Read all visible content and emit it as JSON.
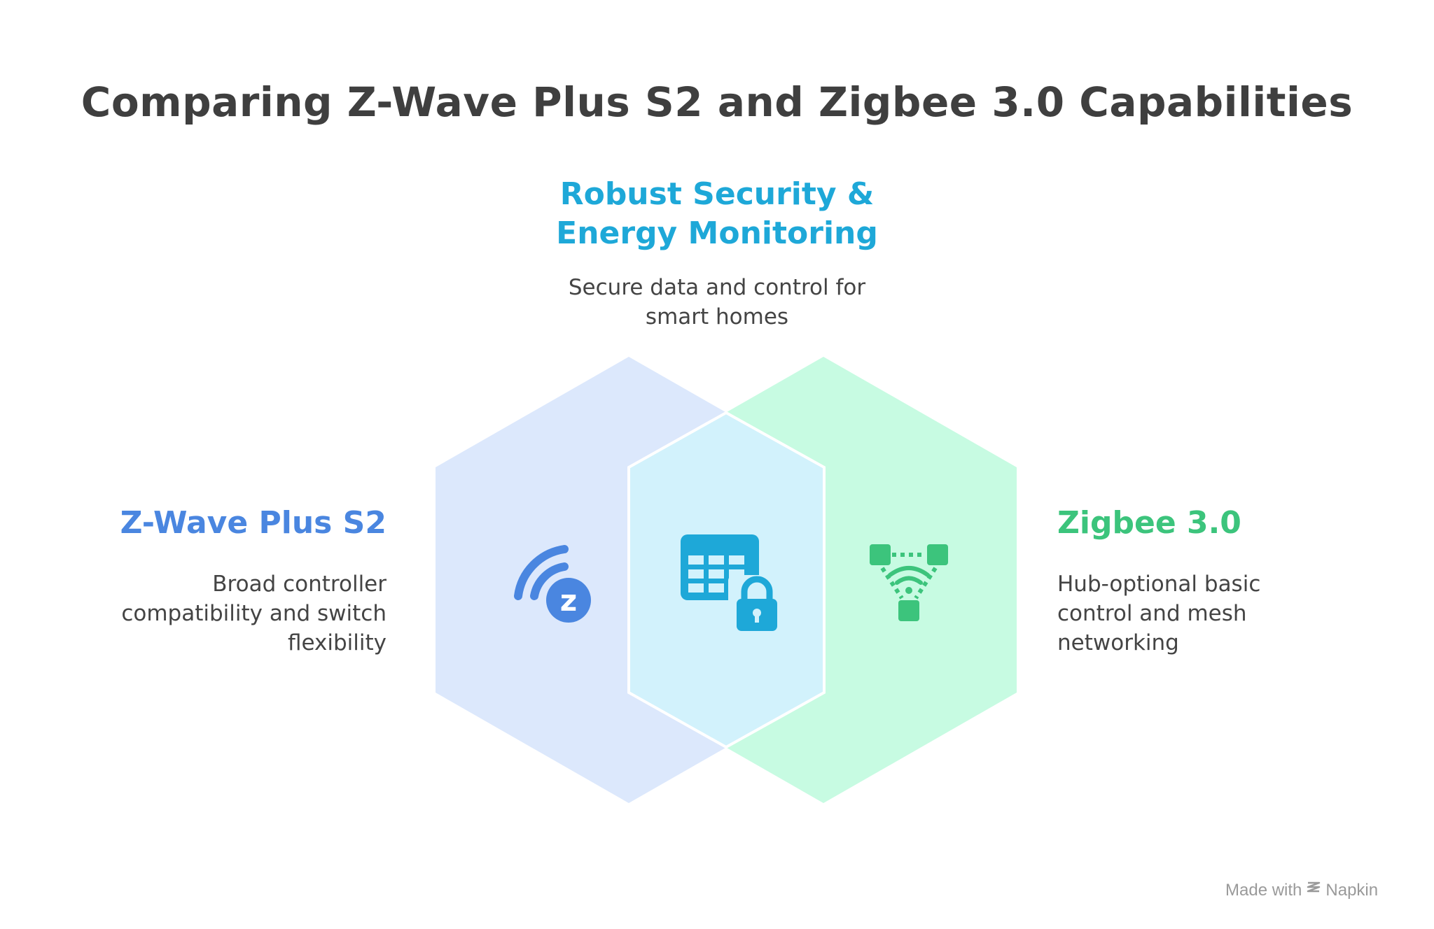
{
  "title": "Comparing Z-Wave Plus S2 and Zigbee 3.0 Capabilities",
  "center": {
    "heading_line1": "Robust Security &",
    "heading_line2": "Energy Monitoring",
    "desc_line1": "Secure data and control for",
    "desc_line2": "smart homes",
    "icon": "table-lock-icon"
  },
  "left": {
    "heading": "Z-Wave Plus S2",
    "desc_line1": "Broad controller",
    "desc_line2": "compatibility and switch",
    "desc_line3": "flexibility",
    "icon": "zwave-signal-icon"
  },
  "right": {
    "heading": "Zigbee 3.0",
    "desc_line1": "Hub-optional basic",
    "desc_line2": "control and mesh",
    "desc_line3": "networking",
    "icon": "mesh-network-icon"
  },
  "watermark": {
    "prefix": "Made with",
    "brand": "Napkin"
  },
  "colors": {
    "title": "#3f3f3f",
    "text": "#444444",
    "zwave": "#4a86e0",
    "center": "#1ea8d8",
    "zigbee": "#3cc47c",
    "hex_left_fill": "#dce8fc",
    "hex_right_fill": "#c7fbe2",
    "hex_center_fill": "#d2f2fc",
    "watermark": "#9a9a9a"
  }
}
